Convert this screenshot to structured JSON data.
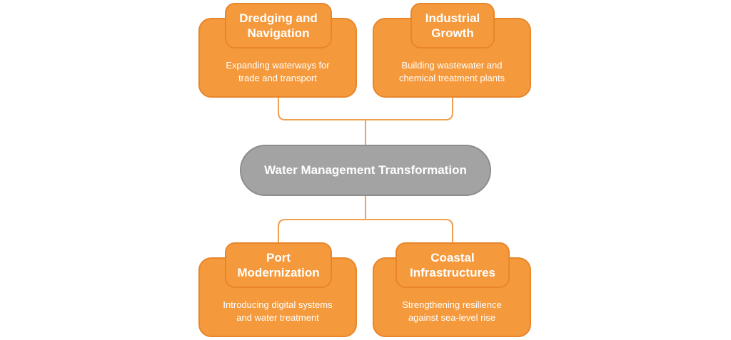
{
  "colors": {
    "card_fill": "#f59a3c",
    "card_border": "#e8852a",
    "hub_fill": "#a3a3a3",
    "connector": "#f0a050",
    "text": "#ffffff"
  },
  "hub": {
    "label": "Water Management Transformation"
  },
  "nodes": [
    {
      "title": "Dredging and\nNavigation",
      "description": "Expanding waterways for\ntrade and transport"
    },
    {
      "title": "Industrial\nGrowth",
      "description": "Building wastewater and\nchemical treatment plants"
    },
    {
      "title": "Port\nModernization",
      "description": "Introducing digital systems\nand water treatment"
    },
    {
      "title": "Coastal\nInfrastructures",
      "description": "Strengthening resilience\nagainst sea-level rise"
    }
  ]
}
